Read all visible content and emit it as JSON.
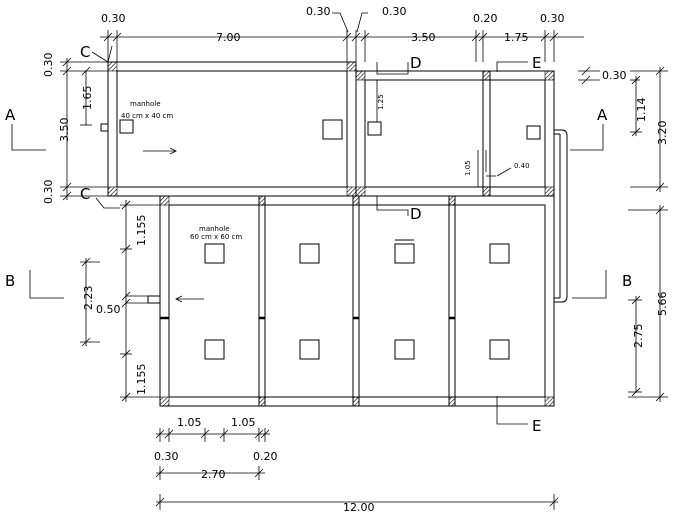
{
  "dimensions": {
    "top_left_wall": "0.30",
    "top_length": "7.00",
    "top_mid_wall_a": "0.30",
    "top_mid_wall_b": "0.30",
    "top_tank_length": "3.50",
    "top_partition": "0.20",
    "top_small": "1.75",
    "top_right_wall": "0.30",
    "left_top_wall": "0.30",
    "left_165": "1.65",
    "left_350": "3.50",
    "left_bottom_wall": "0.30",
    "left_1155_a": "1.155",
    "left_223": "2.23",
    "left_050": "0.50",
    "left_1155_b": "1.155",
    "right_030": "0.30",
    "right_114": "1.14",
    "right_320": "3.20",
    "right_566": "5.66",
    "right_275": "2.75",
    "inner_125": "1.25",
    "inner_105": "1.05",
    "inner_040": "0.40",
    "bottom_105_a": "1.05",
    "bottom_105_b": "1.05",
    "bottom_030": "0.30",
    "bottom_020": "0.20",
    "bottom_270": "2.70",
    "bottom_1200": "12.00"
  },
  "sections": {
    "A_left": "A",
    "A_right": "A",
    "B_left": "B",
    "B_right": "B",
    "C_top": "C",
    "C_bottom": "C",
    "D_top": "D",
    "D_bottom": "D",
    "E_top": "E",
    "E_bottom": "E"
  },
  "notes": {
    "manhole_small_title": "manhole",
    "manhole_small_size": "40 cm x 40 cm",
    "manhole_large_title": "manhole",
    "manhole_large_size": "60 cm x 60 cm"
  }
}
